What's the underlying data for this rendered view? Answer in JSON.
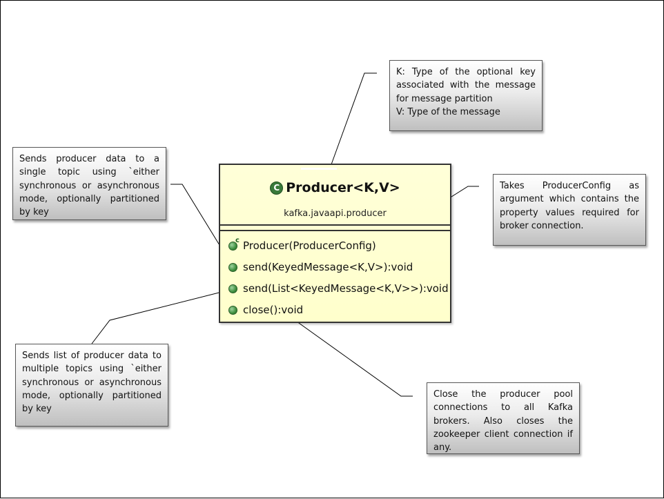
{
  "uml_class": {
    "icon": "class-c-icon",
    "icon_letter": "C",
    "name": "Producer<K,V>",
    "package": "kafka.javaapi.producer",
    "constructor_marker": "c",
    "methods": [
      "Producer(ProducerConfig)",
      "send(KeyedMessage<K,V>):void",
      "send(List<KeyedMessage<K,V>>):void",
      "close():void"
    ]
  },
  "notes": {
    "type_params": [
      "K: Type of the optional key",
      "associated with the message",
      "for message partition",
      "V: Type of the message"
    ],
    "send_single": [
      "Sends producer data to a",
      "single topic using `either",
      "synchronous or asynchronous",
      "mode, optionally partitioned",
      "by key"
    ],
    "constructor": [
      "Takes ProducerConfig as",
      "argument which contains the",
      "property values required for",
      "broker connection."
    ],
    "send_list": [
      "Sends list of producer data to",
      "multiple topics using `either",
      "synchronous or asynchronous",
      "mode, optionally partitioned",
      "by key"
    ],
    "close": [
      "Close the producer pool",
      "connections to all Kafka",
      "brokers. Also closes the",
      "zookeeper client connection if",
      "any."
    ]
  },
  "colors": {
    "class_fill": "#ffffcc",
    "member_icon": "#3e8e3e",
    "note_gradient_end": "#bfbfbf",
    "border": "#333333"
  }
}
